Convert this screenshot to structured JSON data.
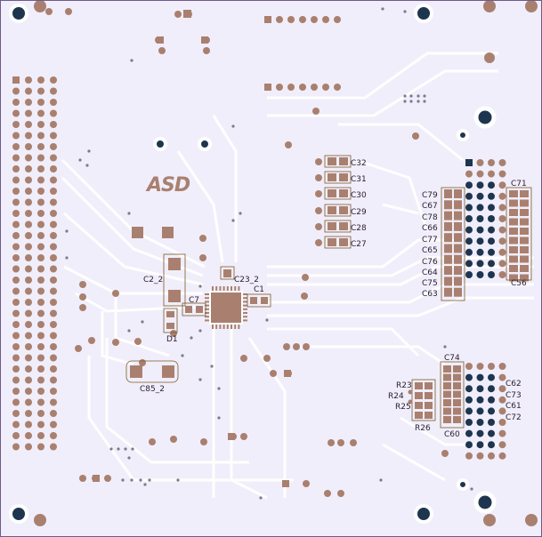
{
  "logo": {
    "text": "ASD"
  },
  "labels": {
    "c32": "C32",
    "c31": "C31",
    "c30": "C30",
    "c29": "C29",
    "c28": "C28",
    "c27": "C27",
    "c79": "C79",
    "c67": "C67",
    "c78": "C78",
    "c66": "C66",
    "c77": "C77",
    "c65": "C65",
    "c76": "C76",
    "c64": "C64",
    "c75": "C75",
    "c63": "C63",
    "c71": "C71",
    "c56": "C56",
    "c2_2": "C2_2",
    "c23_2": "C23_2",
    "c1": "C1",
    "c7": "C7",
    "d1": "D1",
    "c85_2": "C85_2",
    "c74": "C74",
    "c62": "C62",
    "c73": "C73",
    "c61": "C61",
    "c72": "C72",
    "c60": "C60",
    "r23": "R23",
    "r24": "R24",
    "r25": "R25",
    "r26": "R26"
  },
  "colors": {
    "board": "#f1eefb",
    "trace": "#ffffff",
    "pad": "#a9806f",
    "via_dark": "#1e3550",
    "outline": "#7a5a2a",
    "border": "#6d5a8a"
  }
}
